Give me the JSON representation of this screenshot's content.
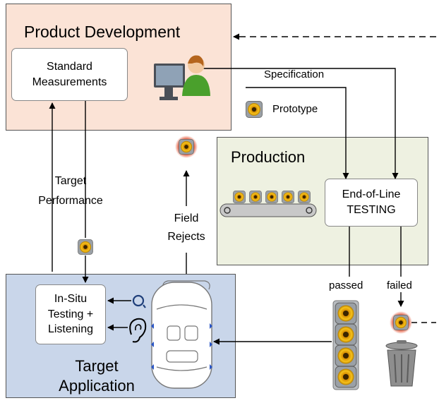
{
  "product_development": {
    "title": "Product Development",
    "standard_measurements_line1": "Standard",
    "standard_measurements_line2": "Measurements"
  },
  "production": {
    "title": "Production",
    "eol_line1": "End-of-Line",
    "eol_line2": "TESTING"
  },
  "target_application": {
    "title_line1": "Target",
    "title_line2": "Application",
    "insitu_line1": "In-Situ",
    "insitu_line2": "Testing +",
    "insitu_line3": "Listening"
  },
  "labels": {
    "specification": "Specification",
    "prototype": "Prototype",
    "target_performance_line1": "Target",
    "target_performance_line2": "Performance",
    "field_rejects_line1": "Field",
    "field_rejects_line2": "Rejects",
    "passed": "passed",
    "failed": "failed"
  },
  "colors": {
    "product_development_bg": "#fbe3d6",
    "production_bg": "#eef1e1",
    "target_application_bg": "#c9d6ea",
    "reject_glow": "#d9422b"
  },
  "icons": [
    "user-at-computer-icon",
    "speaker-icon",
    "conveyor-belt-icon",
    "ear-icon",
    "microphone-icon",
    "car-top-view-icon",
    "trash-can-icon"
  ]
}
